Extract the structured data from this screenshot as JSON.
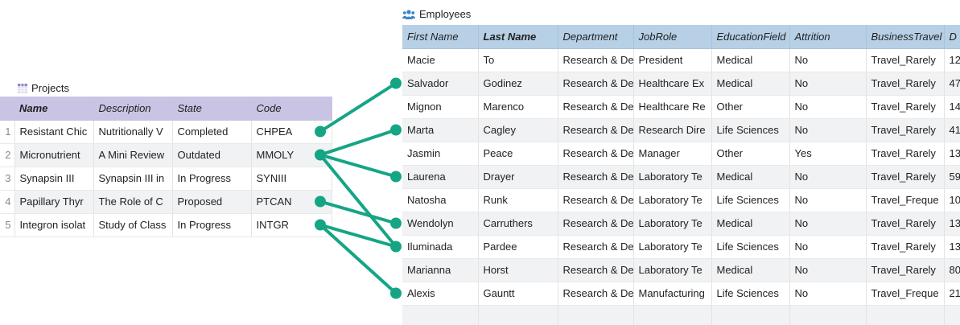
{
  "projects": {
    "title": "Projects",
    "icon": "grid-table-icon",
    "columns": [
      "Name",
      "Description",
      "State",
      "Code"
    ],
    "rows": [
      {
        "num": "1",
        "name": "Resistant Chic",
        "description": "Nutritionally V",
        "state": "Completed",
        "code": "CHPEA"
      },
      {
        "num": "2",
        "name": "Micronutrient",
        "description": "A Mini Review",
        "state": "Outdated",
        "code": "MMOLY"
      },
      {
        "num": "3",
        "name": "Synapsin III",
        "description": "Synapsin III in",
        "state": "In Progress",
        "code": "SYNIII"
      },
      {
        "num": "4",
        "name": "Papillary Thyr",
        "description": "The Role of C",
        "state": "Proposed",
        "code": "PTCAN"
      },
      {
        "num": "5",
        "name": "Integron isolat",
        "description": "Study of Class",
        "state": "In Progress",
        "code": "INTGR"
      }
    ]
  },
  "employees": {
    "title": "Employees",
    "icon": "people-icon",
    "columns": [
      "First Name",
      "Last Name",
      "Department",
      "JobRole",
      "EducationField",
      "Attrition",
      "BusinessTravel",
      "D"
    ],
    "rows": [
      [
        "Macie",
        "To",
        "Research & De",
        "President",
        "Medical",
        "No",
        "Travel_Rarely",
        "12"
      ],
      [
        "Salvador",
        "Godinez",
        "Research & De",
        "Healthcare Ex",
        "Medical",
        "No",
        "Travel_Rarely",
        "47"
      ],
      [
        "Mignon",
        "Marenco",
        "Research & De",
        "Healthcare Re",
        "Other",
        "No",
        "Travel_Rarely",
        "14"
      ],
      [
        "Marta",
        "Cagley",
        "Research & De",
        "Research Dire",
        "Life Sciences",
        "No",
        "Travel_Rarely",
        "41"
      ],
      [
        "Jasmin",
        "Peace",
        "Research & De",
        "Manager",
        "Other",
        "Yes",
        "Travel_Rarely",
        "13"
      ],
      [
        "Laurena",
        "Drayer",
        "Research & De",
        "Laboratory Te",
        "Medical",
        "No",
        "Travel_Rarely",
        "59"
      ],
      [
        "Natosha",
        "Runk",
        "Research & De",
        "Laboratory Te",
        "Life Sciences",
        "No",
        "Travel_Freque",
        "10"
      ],
      [
        "Wendolyn",
        "Carruthers",
        "Research & De",
        "Laboratory Te",
        "Medical",
        "No",
        "Travel_Rarely",
        "13"
      ],
      [
        "Iluminada",
        "Pardee",
        "Research & De",
        "Laboratory Te",
        "Life Sciences",
        "No",
        "Travel_Rarely",
        "13"
      ],
      [
        "Marianna",
        "Horst",
        "Research & De",
        "Laboratory Te",
        "Medical",
        "No",
        "Travel_Rarely",
        "80"
      ],
      [
        "Alexis",
        "Gauntt",
        "Research & De",
        "Manufacturing",
        "Life Sciences",
        "No",
        "Travel_Freque",
        "21"
      ],
      [
        "",
        "",
        "",
        "",
        "",
        "",
        "",
        ""
      ]
    ]
  },
  "links": [
    {
      "project": 0,
      "employee": 1
    },
    {
      "project": 1,
      "employee": 3
    },
    {
      "project": 1,
      "employee": 5
    },
    {
      "project": 1,
      "employee": 8
    },
    {
      "project": 3,
      "employee": 7
    },
    {
      "project": 4,
      "employee": 8
    },
    {
      "project": 4,
      "employee": 10
    }
  ],
  "colors": {
    "connector": "#15a585",
    "projects_header": "#c9c4e4",
    "employees_header": "#b7d0e6",
    "projects_icon": "#8f87c9",
    "employees_icon": "#3a86c8"
  }
}
